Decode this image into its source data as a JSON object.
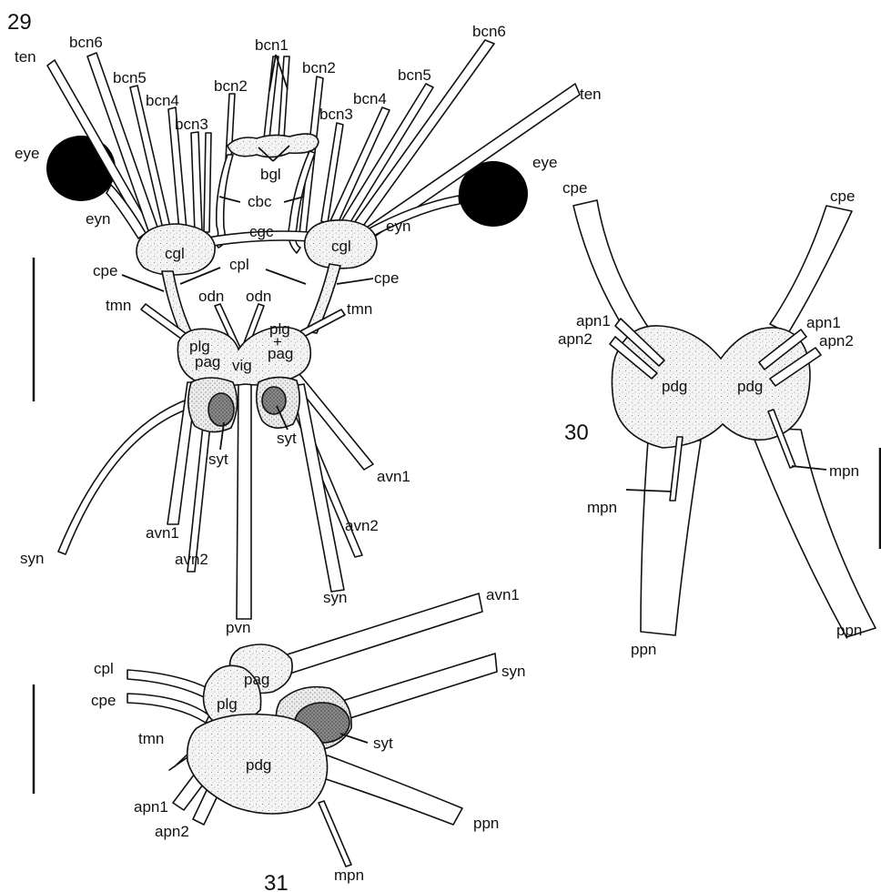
{
  "figures": {
    "fig29": {
      "number": "29",
      "labels": {
        "ten_left": "ten",
        "ten_right": "ten",
        "bcn6_left": "bcn6",
        "bcn6_right": "bcn6",
        "bcn5_left": "bcn5",
        "bcn5_right": "bcn5",
        "bcn4_left": "bcn4",
        "bcn4_right": "bcn4",
        "bcn3_left": "bcn3",
        "bcn3_right": "bcn3",
        "bcn2_left": "bcn2",
        "bcn2_right": "bcn2",
        "bcn1": "bcn1",
        "bgl": "bgl",
        "eye_left": "eye",
        "eye_right": "eye",
        "eyn_left": "eyn",
        "eyn_right": "eyn",
        "cbc": "cbc",
        "cgc": "cgc",
        "cgl_left": "cgl",
        "cgl_right": "cgl",
        "cpl": "cpl",
        "cpe_left": "cpe",
        "cpe_right": "cpe",
        "odn_left": "odn",
        "odn_right": "odn",
        "tmn_left": "tmn",
        "tmn_right": "tmn",
        "plg_left": "plg",
        "plg_right": "plg",
        "plus": "+",
        "pag_left": "pag",
        "pag_right": "pag",
        "vig": "vig",
        "syt_left": "syt",
        "syt_right": "syt",
        "avn1_left": "avn1",
        "avn1_right": "avn1",
        "avn2_left": "avn2",
        "avn2_right": "avn2",
        "syn_left": "syn",
        "syn_right": "syn",
        "pvn": "pvn"
      }
    },
    "fig30": {
      "number": "30",
      "labels": {
        "cpe_left": "cpe",
        "cpe_right": "cpe",
        "apn1_left": "apn1",
        "apn1_right": "apn1",
        "apn2_left": "apn2",
        "apn2_right": "apn2",
        "pdg_left": "pdg",
        "pdg_right": "pdg",
        "mpn_left": "mpn",
        "mpn_right": "mpn",
        "ppn_left": "ppn",
        "ppn_right": "ppn"
      }
    },
    "fig31": {
      "number": "31",
      "labels": {
        "avn1": "avn1",
        "syn": "syn",
        "cpl": "cpl",
        "cpe": "cpe",
        "pag": "pag",
        "plg": "plg",
        "tmn": "tmn",
        "pdg": "pdg",
        "syt": "syt",
        "apn1": "apn1",
        "apn2": "apn2",
        "ppn": "ppn",
        "mpn": "mpn"
      }
    }
  }
}
